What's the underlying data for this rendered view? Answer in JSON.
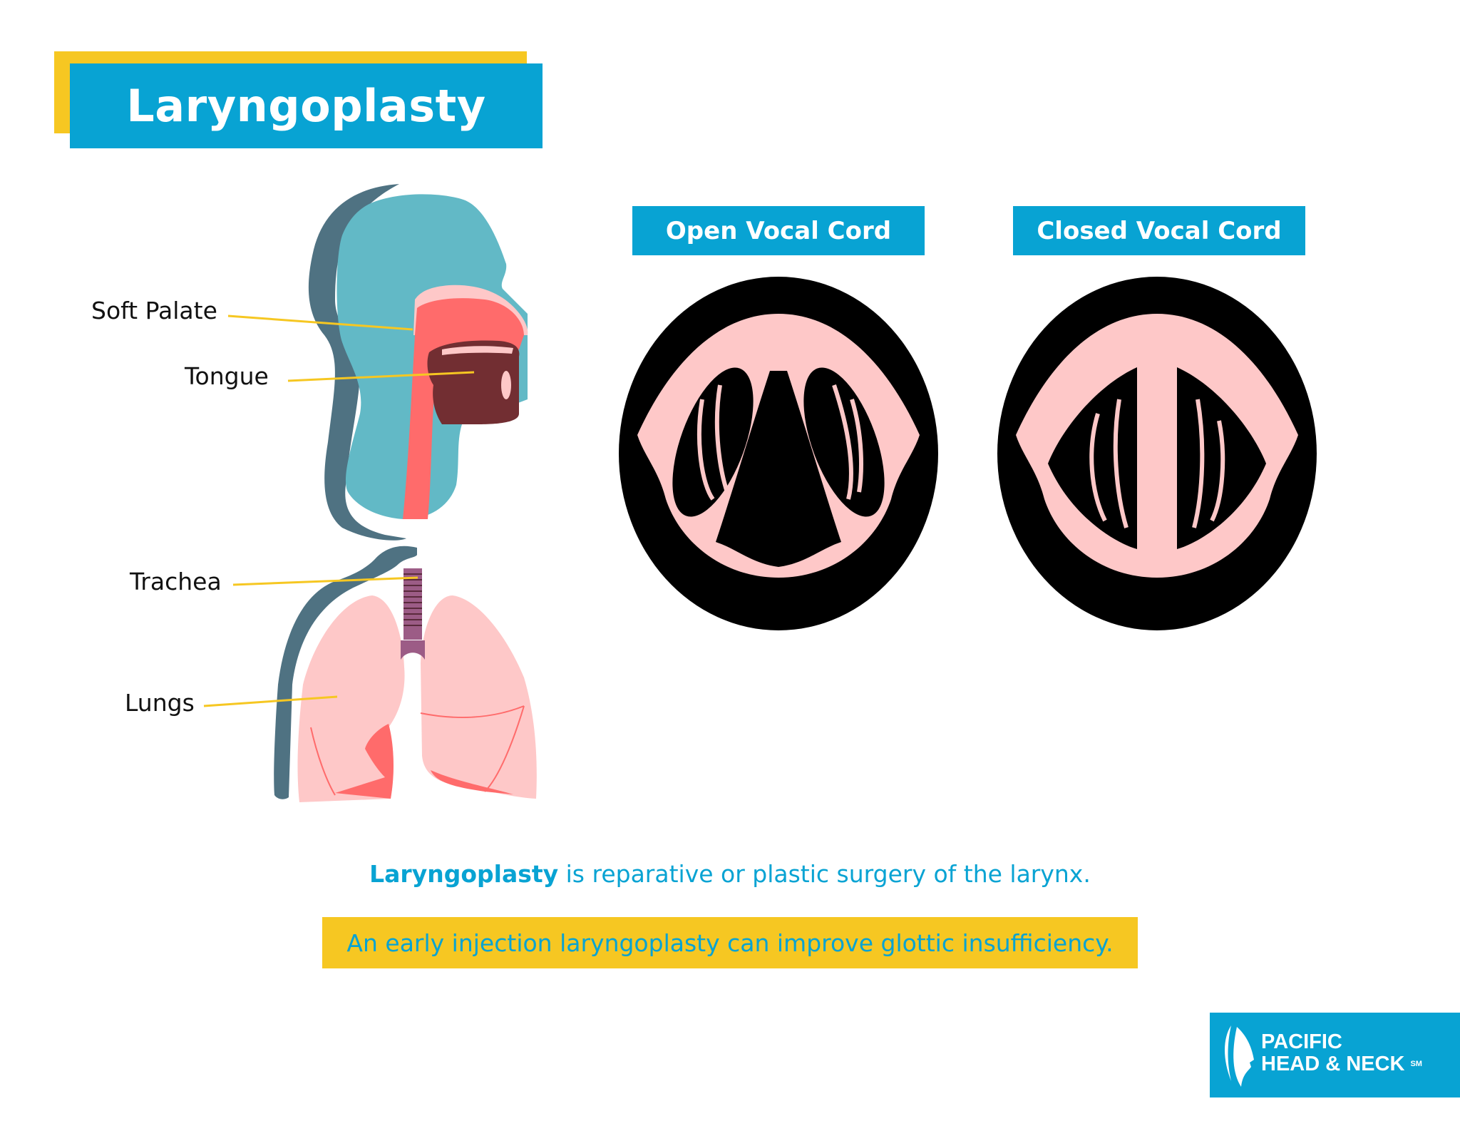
{
  "title": "Laryngoplasty",
  "vocal_cords": {
    "open_label": "Open Vocal Cord",
    "closed_label": "Closed Vocal Cord"
  },
  "anatomy_labels": {
    "soft_palate": "Soft Palate",
    "tongue": "Tongue",
    "trachea": "Trachea",
    "lungs": "Lungs"
  },
  "caption": {
    "term": "Laryngoplasty",
    "definition": " is reparative or plastic surgery of the larynx."
  },
  "note": "An early injection laryngoplasty can improve glottic insufficiency.",
  "logo": {
    "line1": "PACIFIC",
    "line2": "HEAD & NECK",
    "mark": "SM"
  },
  "colors": {
    "brand_blue": "#08a3d3",
    "accent_yellow": "#f6c722",
    "head_teal": "#62b9c6",
    "outline_slate": "#4f7282",
    "tissue_red": "#ff6b6b",
    "tissue_pink": "#fec8c8"
  }
}
